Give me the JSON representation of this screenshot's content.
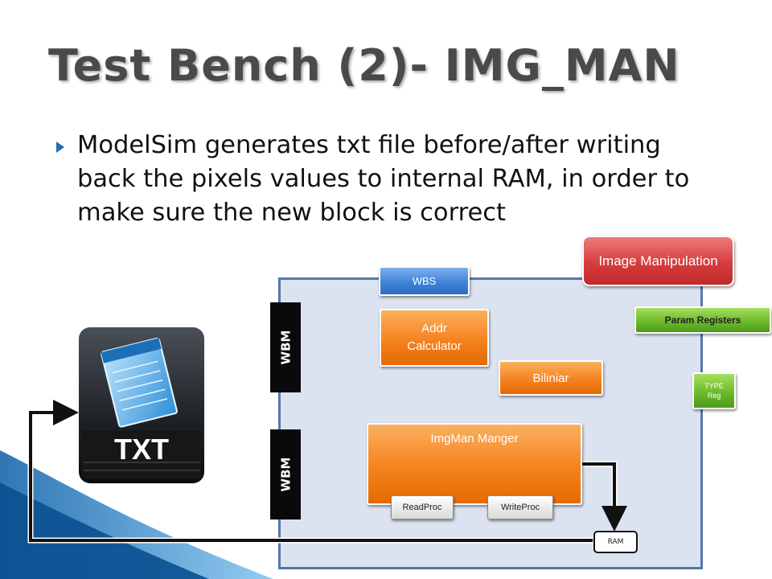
{
  "slide": {
    "title": "Test Bench (2)- IMG_MAN",
    "bullet": "ModelSim generates txt file before/after writing back the pixels values to internal RAM, in order to make sure the new block is correct"
  },
  "diagram": {
    "image_manipulation": "Image Manipulation",
    "wbs": "WBS",
    "param_registers": "Param Registers",
    "wbm_top": "WBM",
    "wbm_bottom": "WBM",
    "addr_calculator": "Addr Calculator",
    "biliniar": "Biliniar",
    "type_reg": "TYPE Reg",
    "imgman_manager": "ImgMan Manger",
    "readproc": "ReadProc",
    "writeproc": "WriteProc",
    "ram": "RAM",
    "txt_icon_label": "TXT"
  },
  "colors": {
    "panel_fill": "#dce3f0",
    "panel_border": "#5877a8",
    "orange": "#f58220",
    "blue": "#3f83d8",
    "green": "#6cbb2a",
    "red": "#d63c3c"
  },
  "icons": {
    "bullet": "triangle-bullet-icon",
    "txt_file": "notepad-txt-icon",
    "wave": "blue-wave-decoration"
  }
}
